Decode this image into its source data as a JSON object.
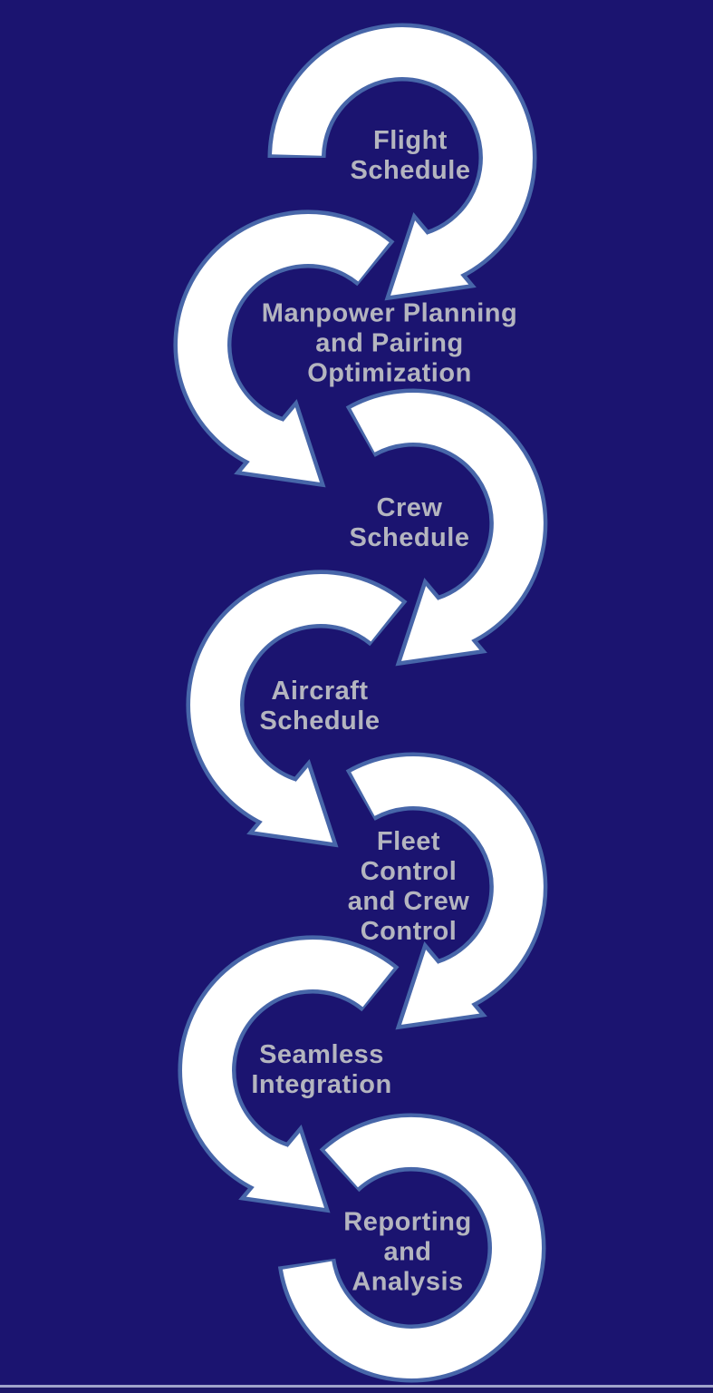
{
  "diagram": {
    "description": "Cyclic flow of seven airline operations stages linked by white circular arrows on a dark indigo background"
  },
  "colors": {
    "background": "#1B1470",
    "arrow_fill": "#FFFFFF",
    "arrow_outline": "#4766A9",
    "label_text": "#B4B5BF",
    "footer_line": "#A0A3CB",
    "footer_strip": "#1D1768"
  },
  "stages": [
    {
      "label": "Flight\nSchedule"
    },
    {
      "label": "Manpower Planning\nand Pairing\nOptimization"
    },
    {
      "label": "Crew\nSchedule"
    },
    {
      "label": "Aircraft\nSchedule"
    },
    {
      "label": "Fleet\nControl\nand Crew\nControl"
    },
    {
      "label": "Seamless\nIntegration"
    },
    {
      "label": "Reporting\nand\nAnalysis"
    }
  ]
}
